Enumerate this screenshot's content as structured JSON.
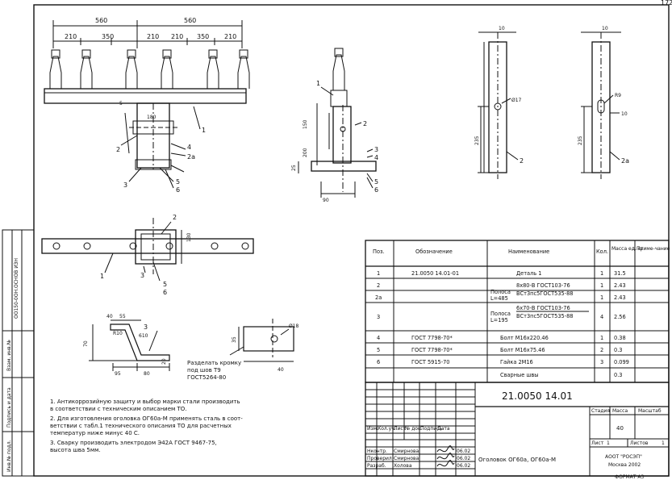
{
  "page_number": "172",
  "left_strip": {
    "labels": [
      "Инв.№ подл.",
      "Подпись и дата",
      "Взам. инв.№"
    ],
    "code": "ОО150-0ОН.ОСНОВ ИЗН"
  },
  "main_view": {
    "dims_top": [
      "560",
      "560",
      "210",
      "350",
      "210",
      "210",
      "350",
      "210"
    ],
    "dims_inner": [
      "180",
      "5"
    ],
    "callouts": [
      "1",
      "2",
      "3",
      "4",
      "5",
      "6",
      "2а"
    ]
  },
  "side_view": {
    "dims": [
      "150",
      "200",
      "25",
      "90"
    ],
    "callouts": [
      "1",
      "2",
      "3",
      "4",
      "5",
      "6"
    ]
  },
  "parts_views": {
    "plate2": {
      "dims": [
        "10",
        "Ø17",
        "235"
      ],
      "callout": "2"
    },
    "plate2a": {
      "dims": [
        "10",
        "R9",
        "10",
        "235"
      ],
      "callout": "2а"
    }
  },
  "plan_view": {
    "dims": [
      "130"
    ],
    "callouts": [
      "2",
      "1",
      "3",
      "5",
      "6"
    ]
  },
  "part3": {
    "dims": [
      "40",
      "55",
      "R10",
      "610",
      "3",
      "70",
      "20",
      "95",
      "80"
    ],
    "note": [
      "Разделать кромку",
      "под шов Т9",
      "ГОСТ5264-80"
    ],
    "plate_dims": [
      "35",
      "Ø18",
      "40"
    ]
  },
  "spec_table": {
    "headers": [
      "Поз.",
      "Обозначение",
      "Наименование",
      "Кол.",
      "Масса ед. кг",
      "Приме-чание"
    ],
    "rows": [
      {
        "pos": "1",
        "designation": "21.0050  14.01-01",
        "name": "Деталь 1",
        "qty": "1",
        "mass": "31.5",
        "note": ""
      },
      {
        "pos": "2",
        "designation": "",
        "name": "",
        "qty": "1",
        "mass": "2.43",
        "note": ""
      },
      {
        "pos": "2а",
        "designation": "",
        "name": "",
        "qty": "1",
        "mass": "2.43",
        "note": ""
      },
      {
        "pos": "3",
        "designation": "",
        "name": "",
        "qty": "4",
        "mass": "2.56",
        "note": ""
      },
      {
        "pos": "4",
        "designation": "ГОСТ 7798-70*",
        "name": "Болт М16х220.46",
        "qty": "1",
        "mass": "0.38",
        "note": ""
      },
      {
        "pos": "5",
        "designation": "ГОСТ 7798-70*",
        "name": "Болт М16х75.46",
        "qty": "2",
        "mass": "0.3",
        "note": ""
      },
      {
        "pos": "6",
        "designation": "ГОСТ 5915-70",
        "name": "Гайка 2М16",
        "qty": "3",
        "mass": "0.099",
        "note": ""
      },
      {
        "pos": "",
        "designation": "",
        "name": "Сварные швы",
        "qty": "",
        "mass": "0.3",
        "note": ""
      }
    ],
    "group1": {
      "label": "Полоса",
      "l": "L=485",
      "line1": "8х80-В ГОСТ103-76",
      "line2": "ВСт3пс5ГОСТ535-88"
    },
    "group2": {
      "label": "Полоса",
      "l": "L=195",
      "line1": "6х70-В ГОСТ103-76",
      "line2": "ВСт3пс5ГОСТ535-88"
    }
  },
  "notes": [
    "1.  Антикоррозийную защиту и выбор марки стали производить",
    "     в соответствии с техническим описанием ТО.",
    "2.  Для изготовления оголовка ОГ60а-М применять сталь в соот-",
    "     ветствии с табл.1 технического описания ТО для расчетных",
    "     температур ниже минус 40 С.",
    "3.  Сварку производить электродом Э42А ГОСТ 9467-75,",
    "     высота шва 5мм."
  ],
  "title_block": {
    "doc_number": "21.0050  14.01",
    "header_cells": [
      "Изм.",
      "Кол.уч.",
      "Лист",
      "№ док.",
      "Подпись",
      "Дата"
    ],
    "roles": [
      {
        "role": "Нконтр.",
        "name": "Смирнова",
        "date": "06.02"
      },
      {
        "role": "Проверил",
        "name": "Смирнова",
        "date": "06.02"
      },
      {
        "role": "Разраб.",
        "name": "Холова",
        "date": "06.02"
      }
    ],
    "title": "Оголовок ОГ60а, ОГ60а-М",
    "stage_label": "Стадия",
    "mass_label": "Масса",
    "scale_label": "Масштаб",
    "mass_value": "40",
    "sheet_label": "Лист",
    "sheet_value": "1",
    "sheets_label": "Листов",
    "sheets_value": "1",
    "org_line1": "АООТ \"РОСЭП\"",
    "org_line2": "Москва 2002",
    "format": "ФОРМАТ А3"
  }
}
